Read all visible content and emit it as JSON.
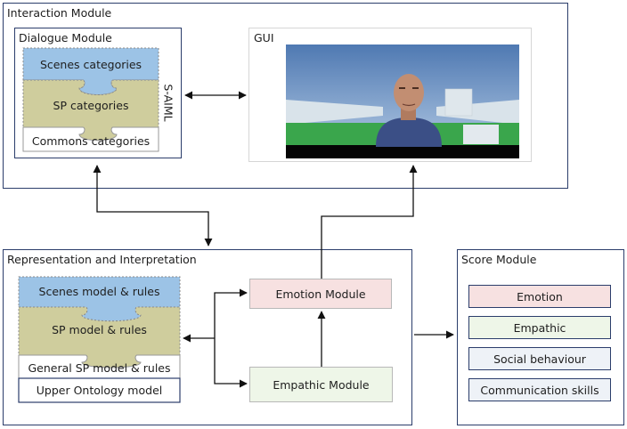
{
  "interaction_module": {
    "title": "Interaction Module",
    "dialogue_module": {
      "title": "Dialogue Module",
      "layers": [
        "Scenes categories",
        "SP categories",
        "Commons categories"
      ],
      "side_label": "S-AIML"
    },
    "gui": {
      "title": "GUI"
    }
  },
  "representation": {
    "title": "Representation and Interpretation",
    "layers": [
      "Scenes model & rules",
      "SP model & rules",
      "General SP model & rules",
      "Upper Ontology model"
    ],
    "emotion_module": "Emotion Module",
    "empathic_module": "Empathic Module"
  },
  "score_module": {
    "title": "Score Module",
    "items": [
      "Emotion",
      "Empathic",
      "Social behaviour",
      "Communication skills"
    ]
  },
  "colors": {
    "frame_border": "#2b3d6b",
    "scenes_blue": "#9cc3e6",
    "sp_olive": "#cfcd9d",
    "emotion_pink": "#f7e1e1",
    "empathic_green": "#eef6e8",
    "social_blue": "#eef2f7"
  }
}
